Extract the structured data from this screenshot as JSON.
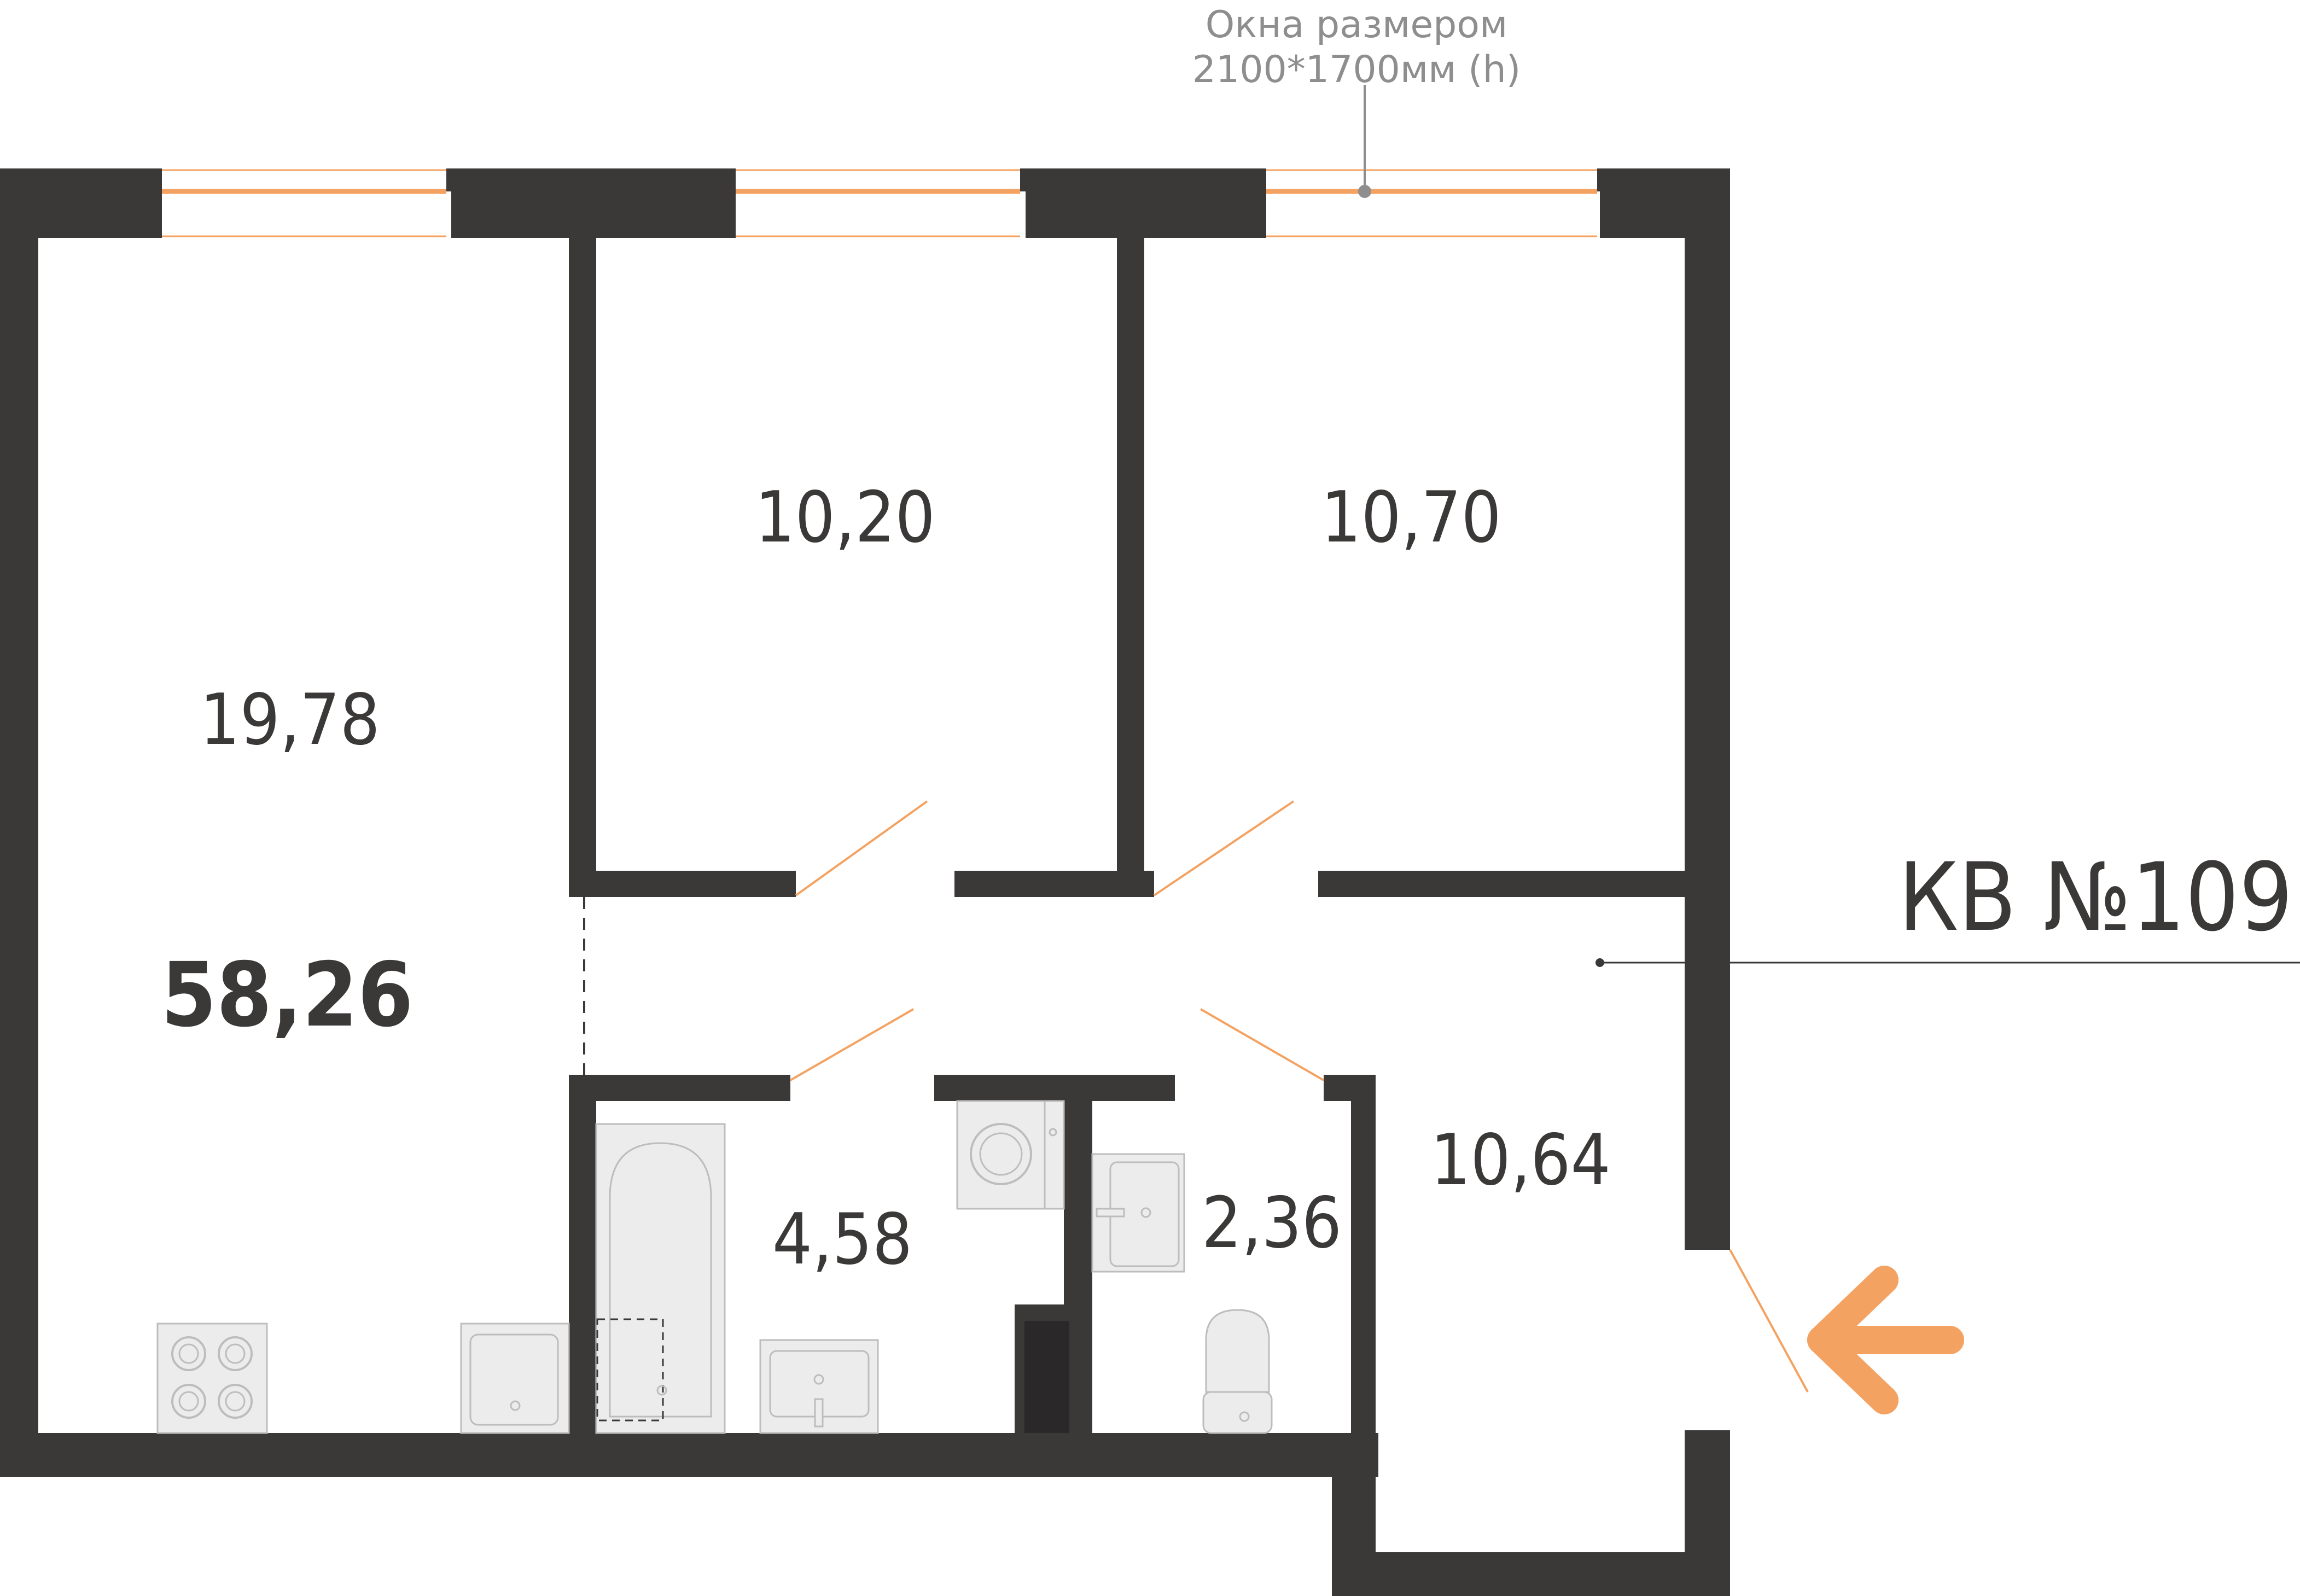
{
  "window_note": {
    "line1": "Окна размером",
    "line2": "2100*1700мм (h)"
  },
  "apartment_label": "КВ №109",
  "total_area": "58,26",
  "rooms": [
    {
      "id": "kitchen-living",
      "area": "19,78"
    },
    {
      "id": "bedroom-1",
      "area": "10,20"
    },
    {
      "id": "bedroom-2",
      "area": "10,70"
    },
    {
      "id": "hallway",
      "area": "10,64"
    },
    {
      "id": "bathroom",
      "area": "4,58"
    },
    {
      "id": "toilet",
      "area": "2,36"
    }
  ],
  "colors": {
    "wall": "#3b3838",
    "accent": "#f4a261",
    "fixture_fill": "#ececec",
    "fixture_stroke": "#bdbdbd",
    "note": "#8e8e8e"
  },
  "icons": [
    "stove-icon",
    "kitchen-sink-icon",
    "bathtub-icon",
    "washing-machine-icon",
    "washbasin-icon",
    "toilet-icon",
    "entrance-arrow-icon"
  ]
}
